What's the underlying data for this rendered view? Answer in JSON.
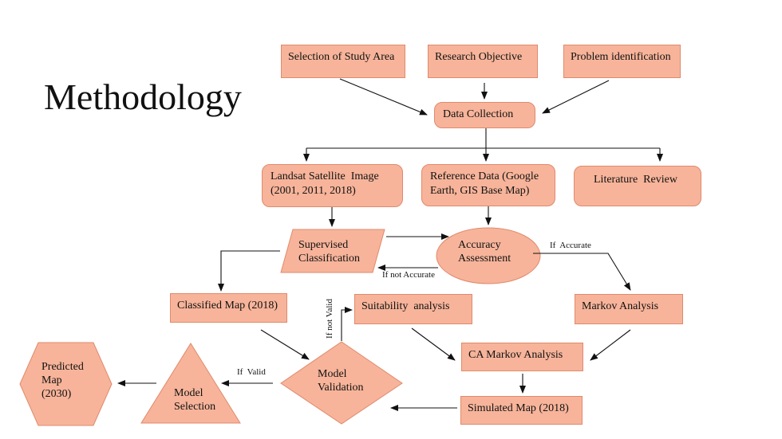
{
  "title": "Methodology",
  "nodes": {
    "selection_study_area": "Selection of Study Area",
    "research_objective": "Research Objective",
    "problem_identification": "Problem identification",
    "data_collection": "Data Collection",
    "landsat_line1": "Landsat Satellite  Image",
    "landsat_line2": "(2001, 2011, 2018)",
    "reference_line1": "Reference Data (Google",
    "reference_line2": "Earth, GIS Base Map)",
    "literature_review": "Literature  Review",
    "supervised_line1": "Supervised",
    "supervised_line2": "Classification",
    "accuracy_line1": "Accuracy",
    "accuracy_line2": "Assessment",
    "classified_map": "Classified Map (2018)",
    "suitability_analysis": "Suitability  analysis",
    "markov_analysis": "Markov Analysis",
    "ca_markov_analysis": "CA Markov Analysis",
    "simulated_map": "Simulated Map (2018)",
    "model_validation_line1": "Model",
    "model_validation_line2": "Validation",
    "model_selection_line1": "Model",
    "model_selection_line2": "Selection",
    "predicted_line1": "Predicted",
    "predicted_line2": "Map",
    "predicted_line3": "(2030)"
  },
  "edge_labels": {
    "if_accurate": "If  Accurate",
    "if_not_accurate": "If not Accurate",
    "if_not_valid": "If not Valid",
    "if_valid": "If  Valid"
  },
  "colors": {
    "node_fill": "#f7b49a",
    "node_border": "#e08a6c",
    "arrow": "#111111"
  }
}
